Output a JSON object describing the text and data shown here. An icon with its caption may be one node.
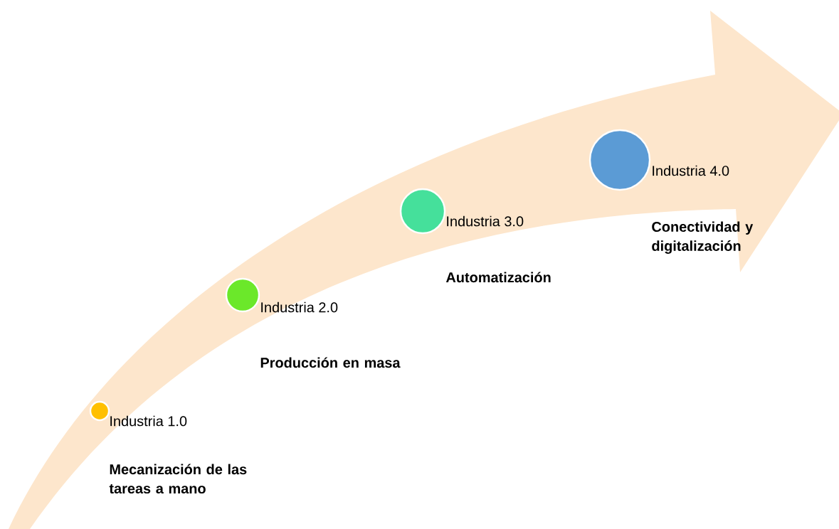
{
  "diagram": {
    "nodes": [
      {
        "text": [],
        "shape": "circle",
        "beside": [
          "Industria 1.0",
          "Mecanización de las tareas a mano"
        ]
      },
      {
        "text": [],
        "shape": "circle",
        "beside": [
          "Industria 2.0",
          "Producción en masa"
        ]
      },
      {
        "text": [],
        "shape": "circle",
        "beside": [
          "Industria 3.0",
          "Automatización"
        ]
      },
      {
        "text": [],
        "shape": "circle",
        "beside": [
          "Industria 4.0",
          "Conectividad y digitalización"
        ]
      }
    ]
  }
}
